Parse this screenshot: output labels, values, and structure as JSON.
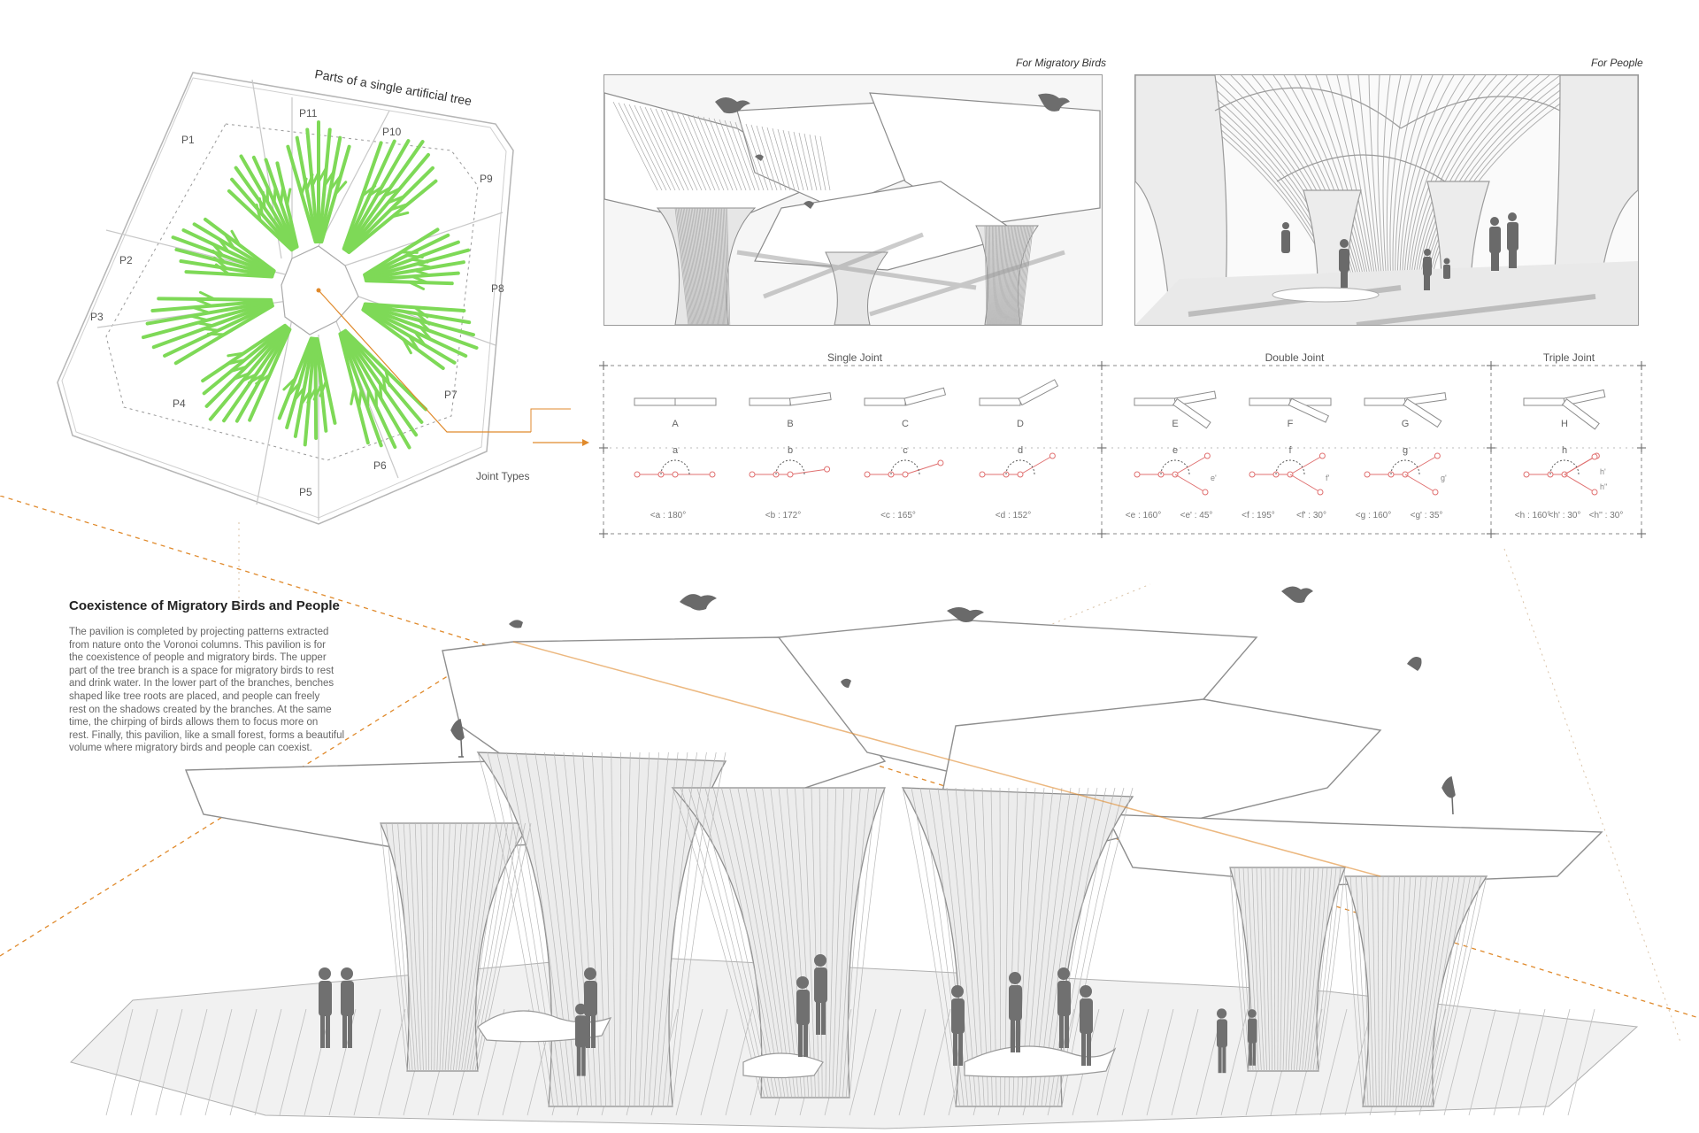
{
  "tree_plan": {
    "title": "Parts of a single artificial tree",
    "parts": [
      "P1",
      "P2",
      "P3",
      "P4",
      "P5",
      "P6",
      "P7",
      "P8",
      "P9",
      "P10",
      "P11"
    ],
    "callout": "Joint Types"
  },
  "renders": {
    "birds_caption": "For Migratory Birds",
    "people_caption": "For People"
  },
  "joints": {
    "groups": [
      {
        "title": "Single Joint"
      },
      {
        "title": "Double Joint"
      },
      {
        "title": "Triple Joint"
      }
    ],
    "items": [
      {
        "type_label": "A",
        "angle_label": "a",
        "measure": "<a : 180°"
      },
      {
        "type_label": "B",
        "angle_label": "b",
        "measure": "<b : 172°"
      },
      {
        "type_label": "C",
        "angle_label": "c",
        "measure": "<c : 165°"
      },
      {
        "type_label": "D",
        "angle_label": "d",
        "measure": "<d : 152°"
      },
      {
        "type_label": "E",
        "angle_label": "e",
        "secondary_label": "e'",
        "measure": "<e : 160°",
        "measure2": "<e' : 45°"
      },
      {
        "type_label": "F",
        "angle_label": "f",
        "secondary_label": "f'",
        "measure": "<f : 195°",
        "measure2": "<f' : 30°"
      },
      {
        "type_label": "G",
        "angle_label": "g",
        "secondary_label": "g'",
        "measure": "<g : 160°",
        "measure2": "<g' : 35°"
      },
      {
        "type_label": "H",
        "angle_label": "h",
        "secondary_label": "h'",
        "tertiary_label": "h''",
        "measure": "<h  : 160°",
        "measure2": "<h' : 30°",
        "measure3": "<h'' : 30°"
      }
    ]
  },
  "description": {
    "heading": "Coexistence of Migratory Birds and People",
    "lines": [
      "The pavilion is completed by projecting patterns extracted",
      "from nature onto the Voronoi columns. This pavilion is for",
      "the coexistence of people and migratory birds. The upper",
      "part of the tree branch is a space for migratory birds to rest",
      "and drink water. In the lower part of the branches, benches",
      "shaped like tree roots are placed, and people can freely",
      "rest on the shadows created by the branches. At the same",
      "time, the chirping of birds allows them to focus more on",
      "rest. Finally, this pavilion, like a small forest, forms a beautiful",
      "volume where migratory birds and people can coexist."
    ]
  },
  "colors": {
    "branch_green": "#7ed957",
    "accent_orange": "#e08a2c",
    "joint_red": "#e07070",
    "line_gray": "#9a9a9a"
  }
}
